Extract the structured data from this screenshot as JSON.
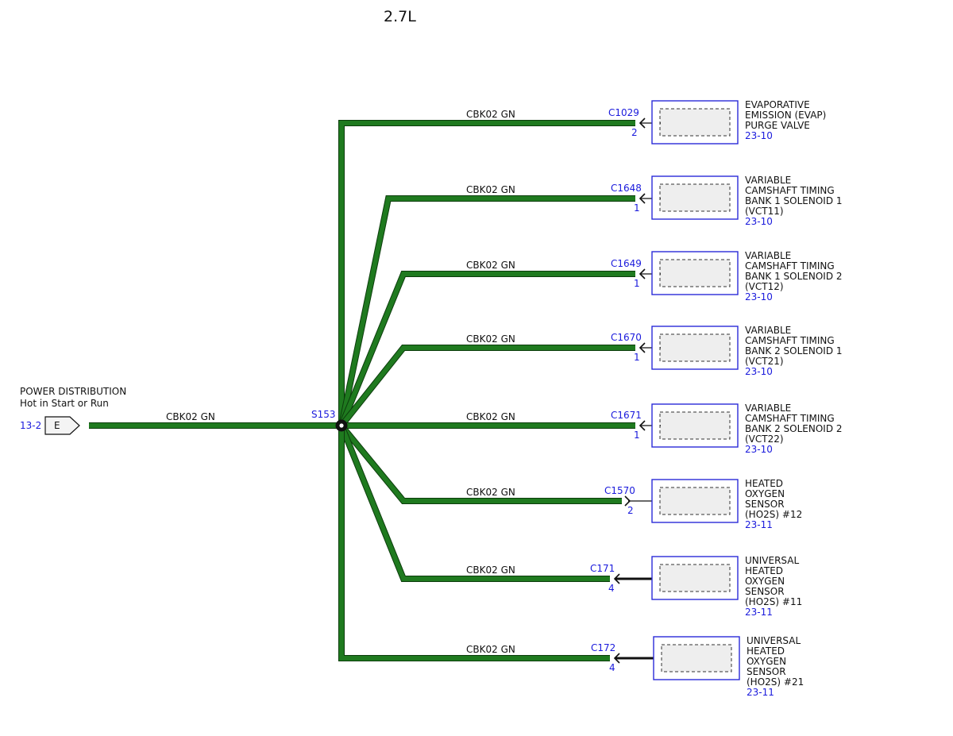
{
  "title": "2.7L",
  "source": {
    "line1": "POWER DISTRIBUTION",
    "line2": "Hot in Start or Run",
    "page_ref": "13-2",
    "connector_letter": "E",
    "wire_label": "CBK02 GN"
  },
  "splice": {
    "label": "S153"
  },
  "branches": [
    {
      "wire_label": "CBK02 GN",
      "connector": "C1029",
      "pin": "2",
      "pin_direction": "in",
      "component_lines": [
        "EVAPORATIVE",
        "EMISSION (EVAP)",
        "PURGE VALVE"
      ],
      "page_ref": "23-10"
    },
    {
      "wire_label": "CBK02 GN",
      "connector": "C1648",
      "pin": "1",
      "pin_direction": "in",
      "component_lines": [
        "VARIABLE",
        "CAMSHAFT TIMING",
        "BANK 1 SOLENOID 1",
        "(VCT11)"
      ],
      "page_ref": "23-10"
    },
    {
      "wire_label": "CBK02 GN",
      "connector": "C1649",
      "pin": "1",
      "pin_direction": "in",
      "component_lines": [
        "VARIABLE",
        "CAMSHAFT TIMING",
        "BANK 1 SOLENOID 2",
        "(VCT12)"
      ],
      "page_ref": "23-10"
    },
    {
      "wire_label": "CBK02 GN",
      "connector": "C1670",
      "pin": "1",
      "pin_direction": "in",
      "component_lines": [
        "VARIABLE",
        "CAMSHAFT TIMING",
        "BANK 2 SOLENOID 1",
        "(VCT21)"
      ],
      "page_ref": "23-10"
    },
    {
      "wire_label": "CBK02 GN",
      "connector": "C1671",
      "pin": "1",
      "pin_direction": "in",
      "component_lines": [
        "VARIABLE",
        "CAMSHAFT TIMING",
        "BANK 2 SOLENOID 2",
        "(VCT22)"
      ],
      "page_ref": "23-10"
    },
    {
      "wire_label": "CBK02 GN",
      "connector": "C1570",
      "pin": "2",
      "pin_direction": "out",
      "component_lines": [
        "HEATED",
        "OXYGEN",
        "SENSOR",
        "(HO2S) #12"
      ],
      "page_ref": "23-11"
    },
    {
      "wire_label": "CBK02 GN",
      "connector": "C171",
      "pin": "4",
      "pin_direction": "in-thick",
      "component_lines": [
        "UNIVERSAL",
        "HEATED",
        "OXYGEN",
        "SENSOR",
        "(HO2S) #11"
      ],
      "page_ref": "23-11"
    },
    {
      "wire_label": "CBK02 GN",
      "connector": "C172",
      "pin": "4",
      "pin_direction": "in-thick",
      "component_lines": [
        "UNIVERSAL",
        "HEATED",
        "OXYGEN",
        "SENSOR",
        "(HO2S) #21"
      ],
      "page_ref": "23-11"
    }
  ],
  "colors": {
    "wire": "#1f7a1f",
    "reference_text": "#1a1adc",
    "component_border": "#2a2ad8"
  }
}
